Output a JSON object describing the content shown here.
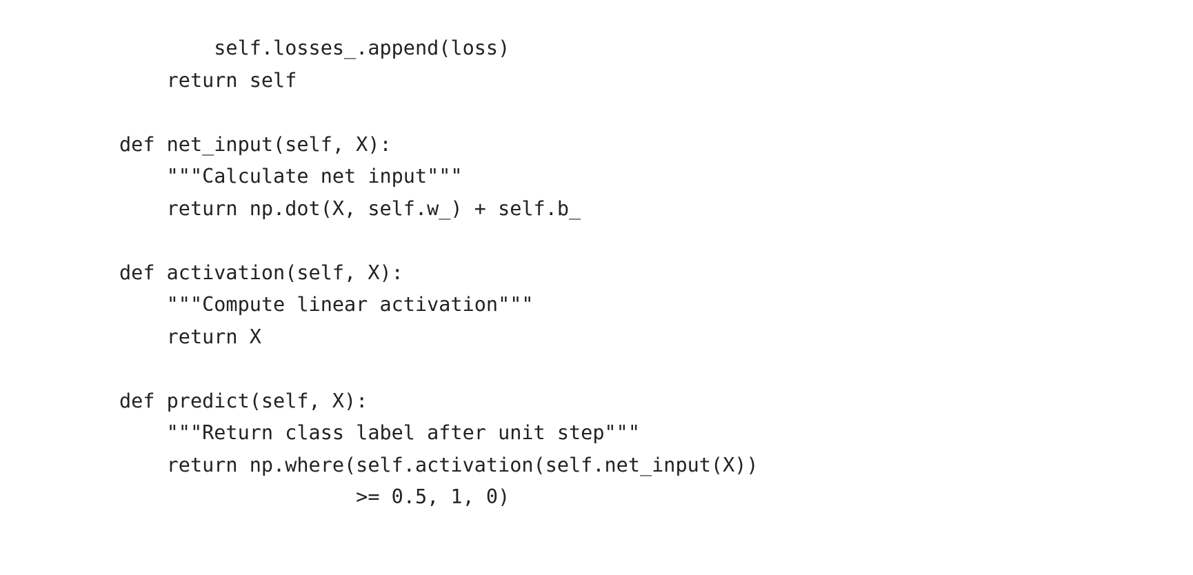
{
  "document": {
    "kind": "python-code-listing",
    "background_color": "#ffffff",
    "text_color": "#222222",
    "font_style": "monospace",
    "indent_unit_spaces": 4
  },
  "code": {
    "language": "python",
    "lines": [
      "        self.losses_.append(loss)",
      "    return self",
      "",
      "def net_input(self, X):",
      "    \"\"\"Calculate net input\"\"\"",
      "    return np.dot(X, self.w_) + self.b_",
      "",
      "def activation(self, X):",
      "    \"\"\"Compute linear activation\"\"\"",
      "    return X",
      "",
      "def predict(self, X):",
      "    \"\"\"Return class label after unit step\"\"\"",
      "    return np.where(self.activation(self.net_input(X))",
      "                    >= 0.5, 1, 0)"
    ]
  }
}
